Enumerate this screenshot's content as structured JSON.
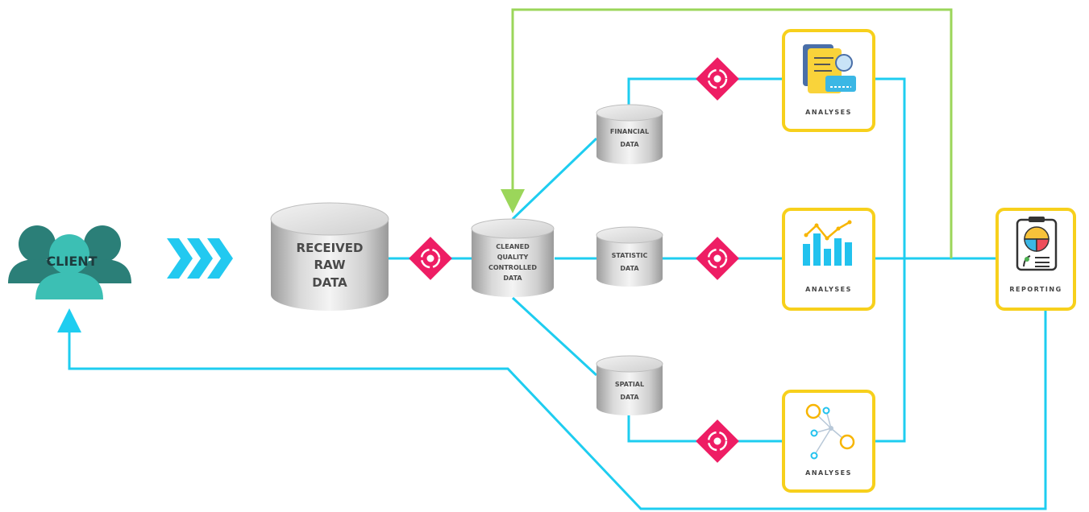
{
  "client": {
    "label": "CLIENT"
  },
  "received_raw_data": {
    "lines": [
      "RECEIVED",
      "RAW",
      "DATA"
    ]
  },
  "cleaned_data": {
    "lines": [
      "CLEANED",
      "QUALITY",
      "CONTROLLED",
      "DATA"
    ]
  },
  "financial_data": {
    "lines": [
      "FINANCIAL",
      "DATA"
    ]
  },
  "statistic_data": {
    "lines": [
      "STATISTIC",
      "DATA"
    ]
  },
  "spatial_data": {
    "lines": [
      "SPATIAL",
      "DATA"
    ]
  },
  "analyses": [
    {
      "label": "ANALYSES",
      "icon": "financial-document-icon"
    },
    {
      "label": "ANALYSES",
      "icon": "bar-line-chart-icon"
    },
    {
      "label": "ANALYSES",
      "icon": "network-nodes-icon"
    }
  ],
  "reporting": {
    "label": "REPORTING",
    "icon": "report-clipboard-icon"
  },
  "colors": {
    "connector": "#1ecdf0",
    "feedback": "#9bd65a",
    "box_border": "#f7d01c",
    "process_diamond": "#ee1d64",
    "client": "#2b7f78",
    "client_front": "#3cbfb4",
    "chevrons": "#22c9f0",
    "cylinder": "#cfcfcf"
  }
}
